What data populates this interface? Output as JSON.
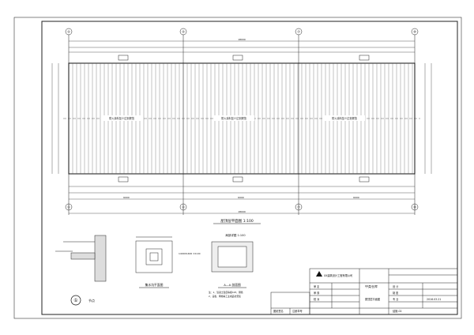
{
  "drawing": {
    "grid_axes": [
      "①",
      "④",
      "⑦",
      "⑩"
    ],
    "plan_title": "屋顶层平面图 1:100",
    "plan_note": "局部详图 1:100",
    "span_label": "18000",
    "bay_label": "6000",
    "annotations": [
      "防火涂料至少达到规范",
      "防火涂料至少达到规范",
      "防火涂料至少达到规范"
    ],
    "detail_1_title": "①",
    "detail_1_sub": "节点",
    "detail_2_title": "集水坑平面图",
    "detail_3_title": "A—A 剖面图",
    "detail_3_notes": [
      "注：1、混凝土强度等级C25，钢筋",
      "2、盖板、网格等工业成品化安装"
    ],
    "detail_2_note": "1400X1400 ±0.00"
  },
  "title_block": {
    "company": "XX建筑设计工程有限公司",
    "project": "甲类仓库",
    "drawing_name": "屋顶层平面图",
    "rows_left": [
      "审  定",
      "审  核",
      "校  对"
    ],
    "rows_right": [
      "设  计",
      "制  图",
      "专  业"
    ],
    "sheet_no": "2016.03.21",
    "footer": "结施-02"
  },
  "stamp_labels": [
    "图纸签名",
    "注册章号"
  ],
  "colors": {
    "line": "#222222",
    "paper": "#ffffff"
  }
}
